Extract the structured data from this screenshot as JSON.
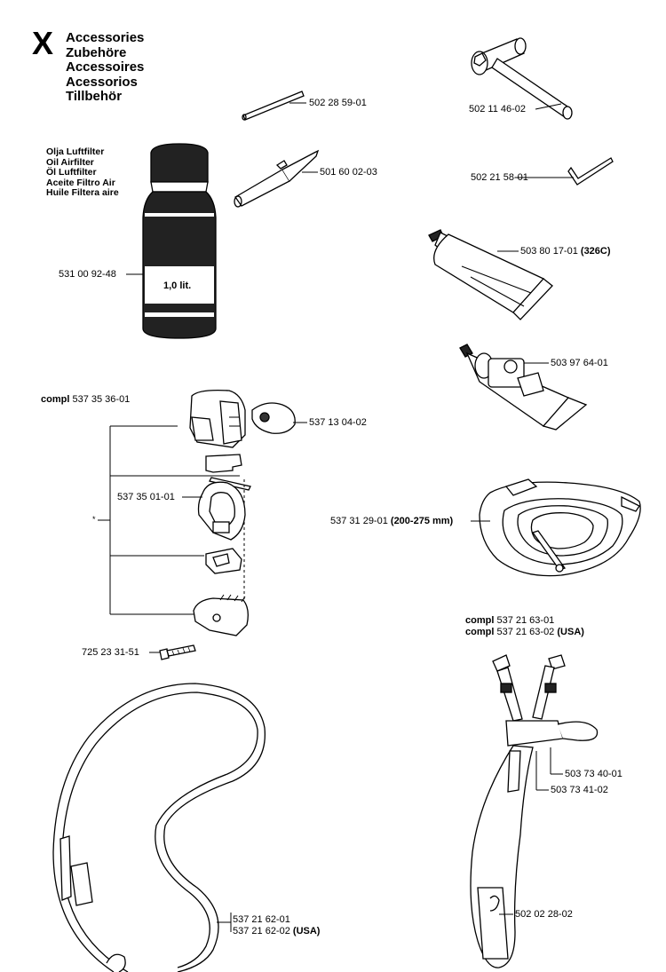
{
  "header": {
    "letter": "X",
    "titles": [
      "Accessories",
      "Zubehöre",
      "Accessoires",
      "Acessorios",
      "Tillbehör"
    ]
  },
  "oil": {
    "headings": [
      "Olja Luftfilter",
      "Oil Airfilter",
      "Öl Luftfilter",
      "Aceite Filtro Air",
      "Huile Filtera aire"
    ],
    "bottle_label": "1,0 lit.",
    "part": "531 00 92-48"
  },
  "parts": {
    "rod": "502 28 59-01",
    "file_tool": "501 60 02-03",
    "wrench": "502 11 46-02",
    "hex_key": "502 21 58-01",
    "grease_tube": "503 80 17-01",
    "grease_tube_note": "(326C)",
    "grease_gun": "503 97 64-01",
    "guard_part": "537 31 29-01",
    "guard_note": "(200-275 mm)",
    "clip_knob": "537 13 04-02",
    "d_ring": "537 35 01-01",
    "bolt": "725 23 31-51",
    "single_strap_1": "537 21 62-01",
    "single_strap_2": "537 21 62-02",
    "single_strap_2_note": "(USA)",
    "buckle_a": "503 73 40-01",
    "buckle_b": "503 73 41-02",
    "hook": "502 02 28-02"
  },
  "assembly": {
    "compl_word": "compl",
    "compl_part": "537 35 36-01",
    "asterisk": "*"
  },
  "harness": {
    "compl_word": "compl",
    "part_1": "537 21 63-01",
    "part_2": "537 21 63-02",
    "part_2_note": "(USA)"
  }
}
